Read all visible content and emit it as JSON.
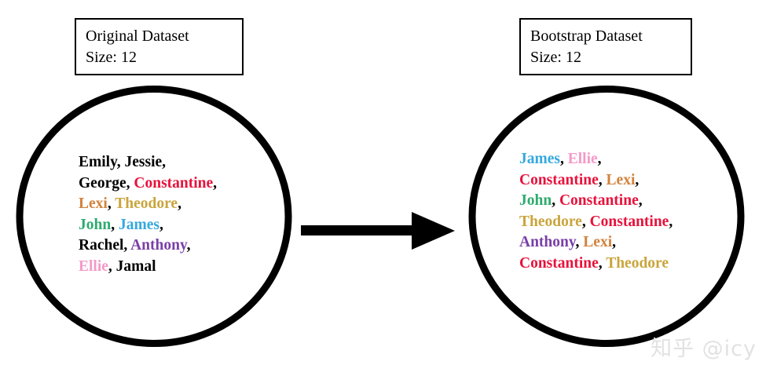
{
  "left_panel": {
    "box": {
      "title": "Original Dataset",
      "size_label": "Size: 12"
    },
    "names": [
      {
        "text": "Emily",
        "color": "#000000"
      },
      {
        "text": "Jessie",
        "color": "#000000"
      },
      {
        "text": "George",
        "color": "#000000"
      },
      {
        "text": "Constantine",
        "color": "#e8123c"
      },
      {
        "text": "Lexi",
        "color": "#d2823c"
      },
      {
        "text": "Theodore",
        "color": "#c9a53c"
      },
      {
        "text": "John",
        "color": "#2eaa6e"
      },
      {
        "text": "James",
        "color": "#35a8dd"
      },
      {
        "text": "Rachel",
        "color": "#000000"
      },
      {
        "text": "Anthony",
        "color": "#7a3fa8"
      },
      {
        "text": "Ellie",
        "color": "#f49ac8"
      },
      {
        "text": "Jamal",
        "color": "#000000"
      }
    ],
    "lines": [
      [
        "Emily",
        "Jessie"
      ],
      [
        "George",
        "Constantine"
      ],
      [
        "Lexi",
        "Theodore"
      ],
      [
        "John",
        "James"
      ],
      [
        "Rachel",
        "Anthony"
      ],
      [
        "Ellie",
        "Jamal"
      ]
    ]
  },
  "right_panel": {
    "box": {
      "title": "Bootstrap Dataset",
      "size_label": "Size: 12"
    },
    "names": [
      {
        "text": "James",
        "color": "#35a8dd"
      },
      {
        "text": "Ellie",
        "color": "#f49ac8"
      },
      {
        "text": "Constantine",
        "color": "#e8123c"
      },
      {
        "text": "Lexi",
        "color": "#d2823c"
      },
      {
        "text": "John",
        "color": "#2eaa6e"
      },
      {
        "text": "Constantine",
        "color": "#e8123c"
      },
      {
        "text": "Theodore",
        "color": "#c9a53c"
      },
      {
        "text": "Constantine",
        "color": "#e8123c"
      },
      {
        "text": "Anthony",
        "color": "#7a3fa8"
      },
      {
        "text": "Lexi",
        "color": "#d2823c"
      },
      {
        "text": "Constantine",
        "color": "#e8123c"
      },
      {
        "text": "Theodore",
        "color": "#c9a53c"
      }
    ],
    "lines": [
      [
        "James",
        "Ellie"
      ],
      [
        "Constantine",
        "Lexi"
      ],
      [
        "John",
        "Constantine"
      ],
      [
        "Theodore",
        "Constantine"
      ],
      [
        "Anthony",
        "Lexi"
      ],
      [
        "Constantine",
        "Theodore"
      ]
    ]
  },
  "arrow": {
    "direction": "right",
    "color": "#000000"
  },
  "watermark": {
    "text": "知乎 @icy",
    "color": "#e2e2e2"
  },
  "style": {
    "stroke_color": "#000000",
    "background": "#ffffff",
    "separator": ", ",
    "trailing_separator": ","
  },
  "palette": {
    "default": "#000000",
    "constantine": "#e8123c",
    "lexi": "#d2823c",
    "theodore": "#c9a53c",
    "john": "#2eaa6e",
    "james": "#35a8dd",
    "anthony": "#7a3fa8",
    "ellie": "#f49ac8"
  }
}
